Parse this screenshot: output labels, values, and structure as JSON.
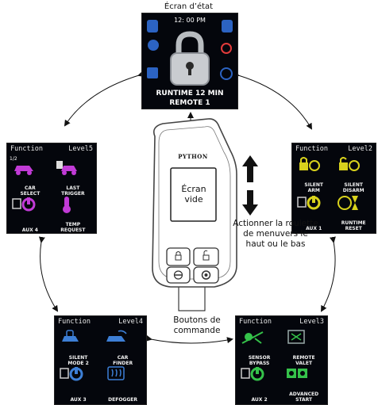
{
  "status_screen": {
    "title": "Écran d’état",
    "time": "12: 00 PM",
    "runtime": "RUNTIME 12 MIN",
    "remote": "REMOTE 1"
  },
  "remote": {
    "brand": "PYTHON",
    "screen_text": "Écran\nvide",
    "scroll_text": "Actionner la roulette\nde menuvers le\nhaut ou le bas",
    "buttons_text": "Boutons de\ncommande"
  },
  "screens": {
    "level5": {
      "function": "Function",
      "level": "Level5",
      "page": "1/2",
      "items": [
        "CAR\nSELECT",
        "LAST\nTRIGGER",
        "AUX 4",
        "TEMP\nREQUEST"
      ],
      "accent": "#c13bd6"
    },
    "level2": {
      "function": "Function",
      "level": "Level2",
      "items": [
        "SILENT\nARM",
        "SILENT\nDISARM",
        "AUX 1",
        "RUNTIME\nRESET"
      ],
      "accent": "#d8d21c"
    },
    "level4": {
      "function": "Function",
      "level": "Level4",
      "items": [
        "SILENT\nMODE 2",
        "CAR\nFINDER",
        "AUX 3",
        "DEFOGGER"
      ],
      "accent": "#3d7fd6"
    },
    "level3": {
      "function": "Function",
      "level": "Level3",
      "items": [
        "SENSOR\nBYPASS",
        "REMOTE\nVALET",
        "AUX 2",
        "ADVANCED\nSTART"
      ],
      "accent": "#35c24a"
    }
  }
}
